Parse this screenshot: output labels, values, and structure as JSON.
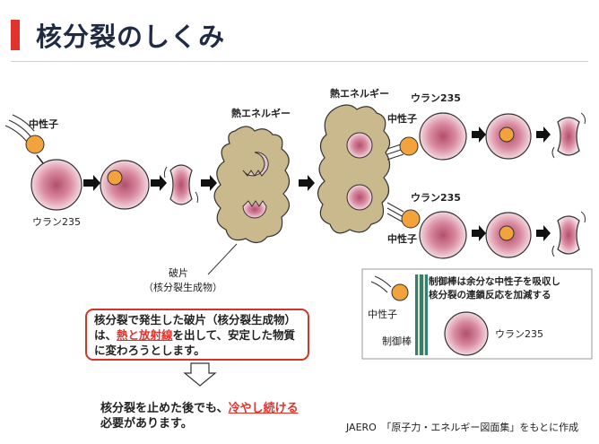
{
  "title": "核分裂のしくみ",
  "labels": {
    "neutron": "中性子",
    "uranium": "ウラン235",
    "heat_energy": "熱エネルギー",
    "fragment_line1": "破片",
    "fragment_line2": "（核分裂生成物）",
    "control_rod": "制御棒"
  },
  "callout": {
    "line1": "核分裂で発生した破片（核分裂生成物）",
    "line2_a": "は、",
    "line2_red": "熱と放射線",
    "line2_b": "を出して、安定した物質",
    "line3": "に変わろうとします。"
  },
  "bottom_note": {
    "line1_a": "核分裂を止めた後でも、",
    "line1_red": "冷やし続ける",
    "line2": "必要があります。"
  },
  "control_panel": {
    "line1": "制御棒は余分な中性子を吸収し",
    "line2": "核分裂の連鎖反応を加減する"
  },
  "credit": "JAERO　「原子力・エネルギー図面集」をもとに作成",
  "colors": {
    "accent": "#e3322b",
    "nucleus": "#b24f6c",
    "neutron": "#f2a33c",
    "fragment_cloud": "#c9b98c"
  }
}
